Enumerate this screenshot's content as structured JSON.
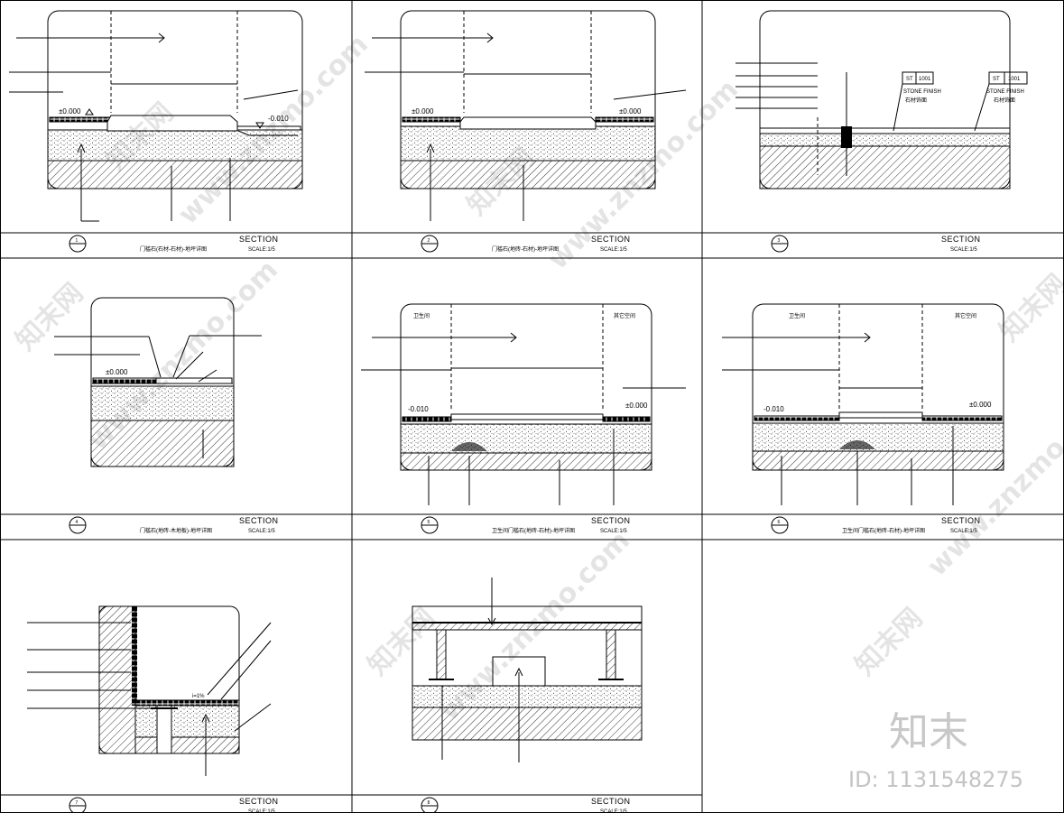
{
  "sections": [
    {
      "number": "1",
      "title": "SECTION",
      "subtitle": "门槛石(石材-石材)-地坪详图",
      "scale": "SCALE:1/5",
      "level_left": "±0.000",
      "level_right": "-0.010"
    },
    {
      "number": "2",
      "title": "SECTION",
      "subtitle": "门槛石(地砖-石材)-地坪详图",
      "scale": "SCALE:1/5",
      "level_left": "±0.000",
      "level_right": "±0.000"
    },
    {
      "number": "3",
      "title": "SECTION",
      "subtitle": "",
      "scale": "SCALE:1/5",
      "tags": [
        {
          "code": "ST",
          "num": "1001",
          "label_en": "STONE FINISH",
          "label_cn": "石材饰面"
        },
        {
          "code": "ST",
          "num": "1001",
          "label_en": "STONE FINISH",
          "label_cn": "石材饰面"
        }
      ]
    },
    {
      "number": "4",
      "title": "SECTION",
      "subtitle": "门槛石(地砖-木地板)-地坪详图",
      "scale": "SCALE:1/5",
      "level_left": "±0.000"
    },
    {
      "number": "5",
      "title": "SECTION",
      "subtitle": "卫生间门槛石(地砖-石材)-地坪详图",
      "scale": "SCALE:1/5",
      "level_left": "-0.010",
      "level_right": "±0.000",
      "room_left": "卫生间",
      "room_right": "其它空间"
    },
    {
      "number": "6",
      "title": "SECTION",
      "subtitle": "卫生间门槛石(地砖-石材)-地坪详图",
      "scale": "SCALE:1/5",
      "level_left": "-0.010",
      "level_right": "±0.000",
      "room_left": "卫生间",
      "room_right": "其它空间"
    },
    {
      "number": "7",
      "title": "SECTION",
      "subtitle": "",
      "scale": "SCALE:1/5",
      "slope": "i=1%"
    },
    {
      "number": "8",
      "title": "SECTION",
      "subtitle": "",
      "scale": "SCALE:1/5"
    }
  ],
  "watermark": {
    "cn": "知末网",
    "url": "www.znzmo.com"
  },
  "brand": {
    "logo": "知末",
    "id": "ID: 1131548275"
  },
  "colors": {
    "line": "#000000",
    "background": "#ffffff",
    "watermark": "#c8c8c8"
  }
}
